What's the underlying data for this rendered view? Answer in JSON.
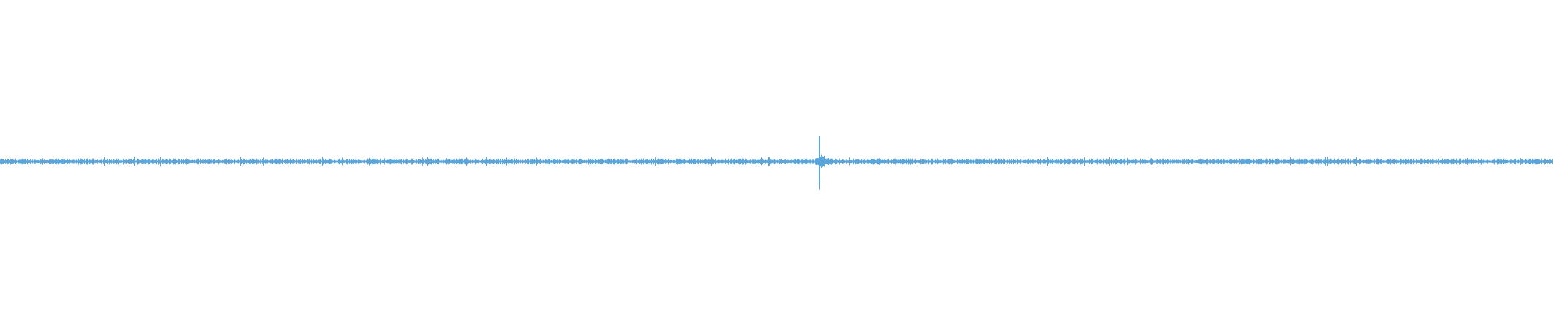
{
  "waveform": {
    "color": "#5aa5dc",
    "baseline_level": 0.0,
    "noise_amplitude": 0.012,
    "spike_position": 0.527,
    "spike_peak_amplitude": 0.16,
    "spike_decay_amplitude": 0.06,
    "minor_spike_position": 0.495,
    "minor_spike_amplitude": 0.03
  }
}
